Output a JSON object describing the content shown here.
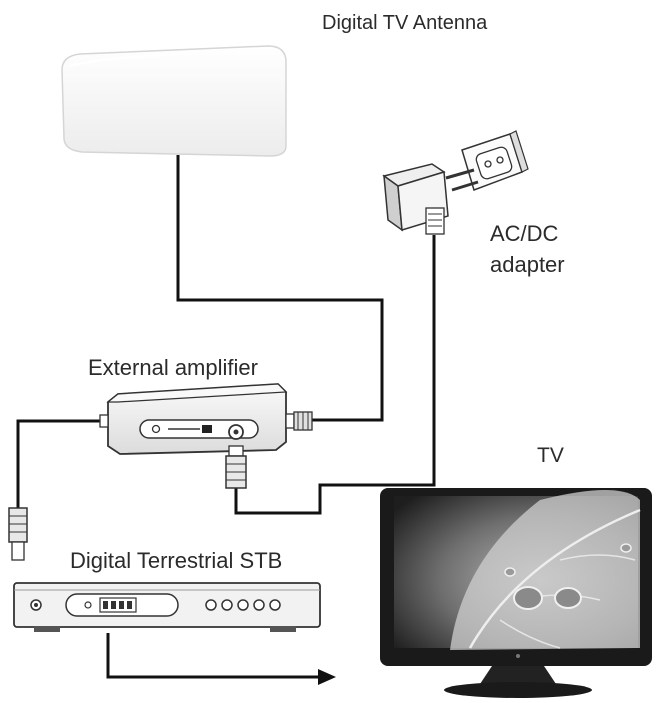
{
  "labels": {
    "antenna": "Digital TV Antenna",
    "adapter": "AC/DC adapter",
    "amplifier": "External amplifier",
    "tv": "TV",
    "stb": "Digital Terrestrial STB"
  },
  "colors": {
    "cable": "#111111",
    "device_outline": "#3a3a3a",
    "device_fill": "#f4f4f4",
    "tv_bezel": "#1a1a1a",
    "antenna_fill": "#f7f7f7"
  }
}
